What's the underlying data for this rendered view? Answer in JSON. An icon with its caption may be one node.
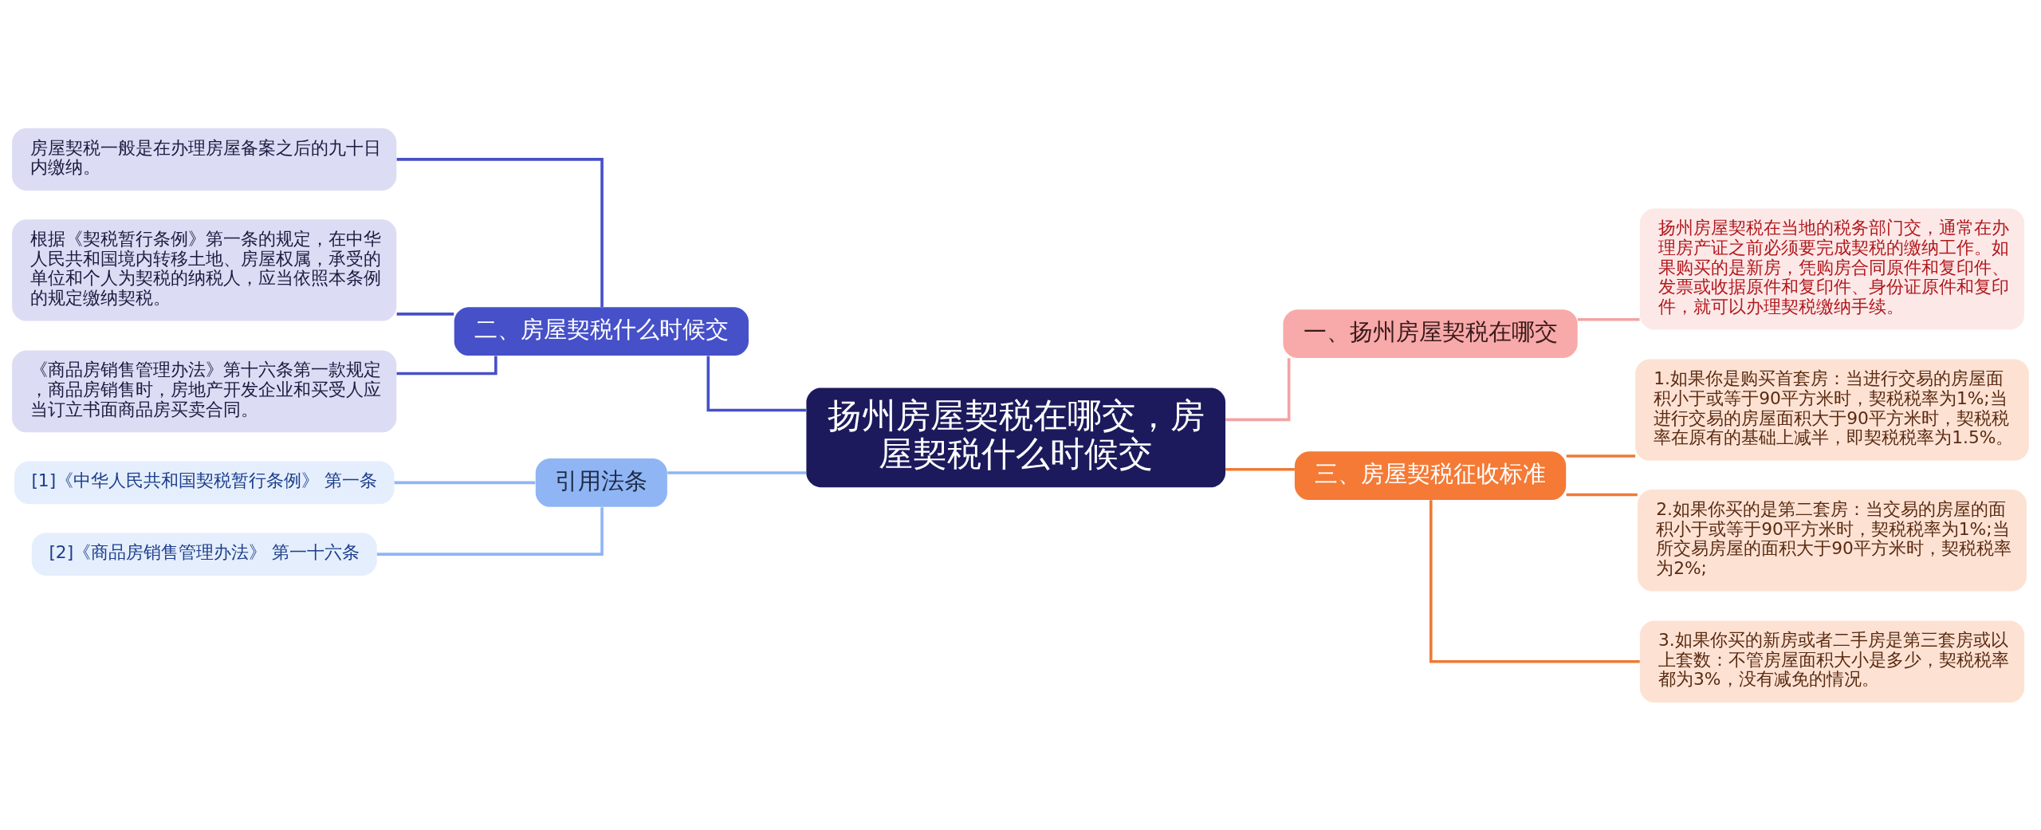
{
  "diagram": {
    "nodes": [
      {
        "text": [
          "扬州房屋契税在哪交，房屋契税什么时候交"
        ]
      },
      {
        "text": [
          "一、扬州房屋契税在哪交"
        ]
      },
      {
        "text": [
          "扬州房屋契税在当地的税务部门交，通常在办理房产证之前必须要完成契税的缴纳工作。如果购买的是新房，凭购房合同原件和复印件、发票或收据原件和复印件、身份证原件和复印件，就可以办理契税缴纳手续。"
        ]
      },
      {
        "text": [
          "二、房屋契税什么时候交"
        ]
      },
      {
        "text": [
          "房屋契税一般是在办理房屋备案之后的九十日内缴纳。"
        ]
      },
      {
        "text": [
          "根据《契税暂行条例》第一条的规定，在中华人民共和国境内转移土地、房屋权属，承受的单位和个人为契税的纳税人，应当依照本条例的规定缴纳契税。"
        ]
      },
      {
        "text": [
          "《商品房销售管理办法》第十六条第一款规定，商品房销售时，房地产开发企业和买受人应当订立书面商品房买卖合同。"
        ]
      },
      {
        "text": [
          "三、房屋契税征收标准"
        ]
      },
      {
        "text": [
          "1.如果你是购买首套房：当进行交易的房屋面积小于或等于90平方米时，契税税率为1%;当进行交易的房屋面积大于90平方米时，契税税率在原有的基础上减半，即契税税率为1.5%。"
        ]
      },
      {
        "text": [
          "2.如果你买的是第二套房：当交易的房屋的面积小于或等于90平方米时，契税税率为1%;当所交易房屋的面积大于90平方米时，契税税率为2%;"
        ]
      },
      {
        "text": [
          "3.如果你买的新房或者二手房是第三套房或以上套数：不管房屋面积大小是多少，契税税率都为3%，没有减免的情况。"
        ]
      },
      {
        "text": [
          "引用法条"
        ]
      },
      {
        "text": [
          "[1]《中华人民共和国契税暂行条例》 第一条"
        ]
      },
      {
        "text": [
          "[2]《商品房销售管理办法》 第一十六条"
        ]
      }
    ],
    "edges": [
      {
        "from": 0,
        "to": 1,
        "arrow": "none",
        "color": "#f4a3a3"
      },
      {
        "from": 1,
        "to": 2,
        "arrow": "none",
        "color": "#f4a3a3"
      },
      {
        "from": 3,
        "to": 0,
        "arrow": "none",
        "color": "#4650c8"
      },
      {
        "from": 4,
        "to": 3,
        "arrow": "none",
        "color": "#4650c8"
      },
      {
        "from": 5,
        "to": 3,
        "arrow": "none",
        "color": "#4650c8"
      },
      {
        "from": 6,
        "to": 3,
        "arrow": "none",
        "color": "#4650c8"
      },
      {
        "from": 0,
        "to": 7,
        "arrow": "none",
        "color": "#ee7a35"
      },
      {
        "from": 7,
        "to": 8,
        "arrow": "none",
        "color": "#ee7a35"
      },
      {
        "from": 7,
        "to": 9,
        "arrow": "none",
        "color": "#ee7a35"
      },
      {
        "from": 7,
        "to": 10,
        "arrow": "none",
        "color": "#ee7a35"
      },
      {
        "from": 11,
        "to": 0,
        "arrow": "none",
        "color": "#8fb5f5"
      },
      {
        "from": 12,
        "to": 11,
        "arrow": "none",
        "color": "#8fb5f5"
      },
      {
        "from": 13,
        "to": 11,
        "arrow": "none",
        "color": "#8fb5f5"
      }
    ]
  }
}
